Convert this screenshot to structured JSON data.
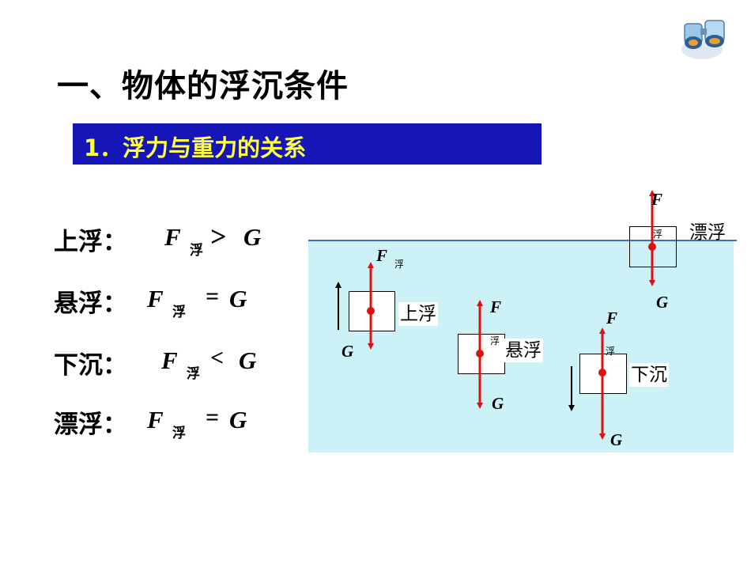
{
  "slide": {
    "title": "一、物体的浮沉条件",
    "banner": "1．浮力与重力的关系",
    "relations": [
      {
        "label": "上浮：",
        "f": "F",
        "sub": "浮",
        "op": ">",
        "g": "G"
      },
      {
        "label": "悬浮：",
        "f": "F",
        "sub": "浮",
        "op": "=",
        "g": "G"
      },
      {
        "label": "下沉：",
        "f": "F",
        "sub": "浮",
        "op": "<",
        "g": "G"
      },
      {
        "label": "漂浮：",
        "f": "F",
        "sub": "浮",
        "op": "=",
        "g": "G"
      }
    ]
  },
  "diagram": {
    "floating": {
      "label": "漂浮",
      "f": "F",
      "sub": "浮",
      "g": "G"
    },
    "rising": {
      "label": "上浮",
      "f": "F",
      "sub": "浮",
      "g": "G"
    },
    "suspended": {
      "label": "悬浮",
      "f": "F",
      "sub": "浮",
      "g": "G"
    },
    "sinking": {
      "label": "下沉",
      "f": "F",
      "sub": "浮",
      "g": "G"
    }
  },
  "colors": {
    "banner_bg": "#1616b8",
    "banner_text": "#ffff44",
    "water": "#ccf2f7",
    "arrow": "#e01010"
  },
  "icons": {
    "corner": "binoculars-icon"
  }
}
